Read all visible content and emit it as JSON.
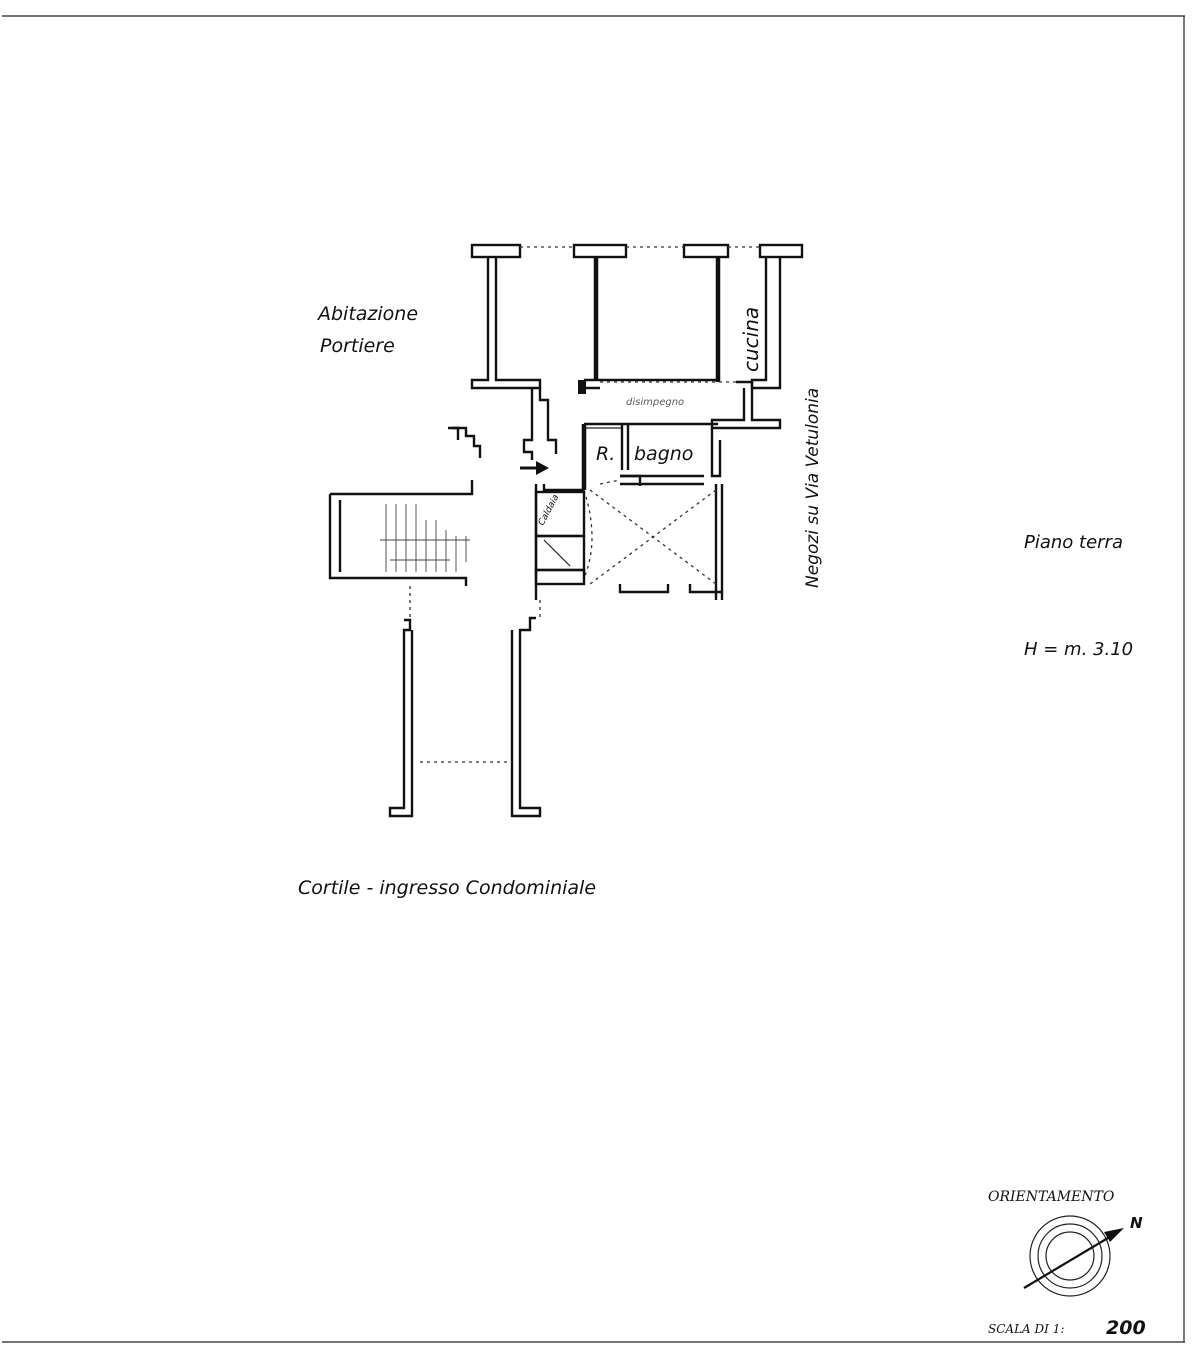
{
  "labels": {
    "abitazione": "Abitazione",
    "portiere": "Portiere",
    "cucina": "cucina",
    "disimpegno": "disimpegno",
    "r": "R.",
    "bagno": "bagno",
    "caldaia": "Caldaia",
    "negozi": "Negozi su Via Vetulonia",
    "cortile": "Cortile - ingresso Condominiale",
    "piano": "Piano terra",
    "altezza": "H = m. 3.10"
  },
  "legend": {
    "orientamento": "ORIENTAMENTO",
    "north": "N",
    "scala_prefix": "SCALA DI 1:",
    "scala_value": "200"
  },
  "colors": {
    "ink": "#111111",
    "paper": "#ffffff"
  }
}
